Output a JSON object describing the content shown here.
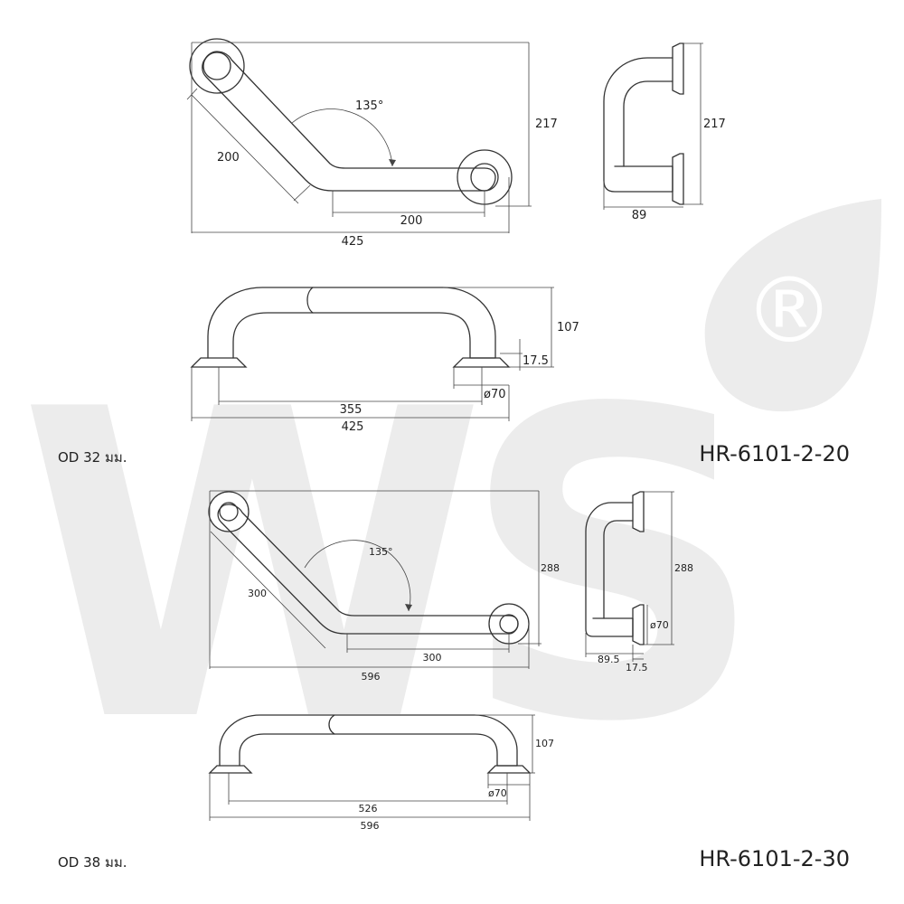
{
  "brand": {
    "watermark_text": "WS",
    "registered_symbol": "®",
    "watermark_color": "#e9e9e9"
  },
  "colors": {
    "line": "#333333",
    "text": "#222222",
    "background": "#ffffff"
  },
  "products": [
    {
      "model": "HR-6101-2-20",
      "od_label": "OD 32 มม.",
      "angled_view": {
        "angle": "135°",
        "diag_length": "200",
        "horiz_length": "200",
        "height": "217",
        "total_width": "425"
      },
      "side_view": {
        "height": "217",
        "depth": "89"
      },
      "front_view": {
        "height": "107",
        "flange_thickness": "17.5",
        "flange_diameter": "ø70",
        "inner_span": "355",
        "total_width": "425"
      }
    },
    {
      "model": "HR-6101-2-30",
      "od_label": "OD 38 มม.",
      "angled_view": {
        "angle": "135°",
        "diag_length": "300",
        "horiz_length": "300",
        "height": "288",
        "total_width": "596"
      },
      "side_view": {
        "height": "288",
        "depth": "89.5",
        "flange_thickness": "17.5",
        "flange_diameter": "ø70"
      },
      "front_view": {
        "height": "107",
        "flange_diameter": "ø70",
        "inner_span": "526",
        "total_width": "596"
      }
    }
  ]
}
